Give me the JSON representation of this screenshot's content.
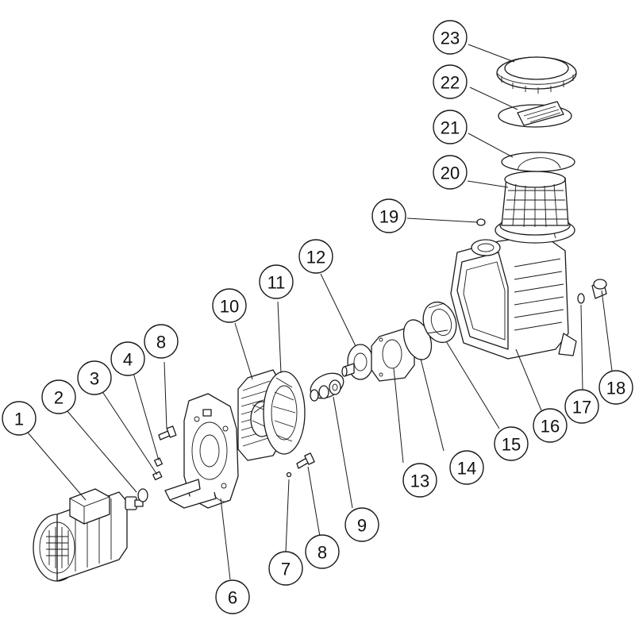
{
  "diagram": {
    "callouts": [
      {
        "id": "c1",
        "label": "1"
      },
      {
        "id": "c2",
        "label": "2"
      },
      {
        "id": "c3",
        "label": "3"
      },
      {
        "id": "c4",
        "label": "4"
      },
      {
        "id": "c5",
        "label": "8"
      },
      {
        "id": "c6",
        "label": "6"
      },
      {
        "id": "c7",
        "label": "7"
      },
      {
        "id": "c8",
        "label": "8"
      },
      {
        "id": "c9",
        "label": "9"
      },
      {
        "id": "c10",
        "label": "10"
      },
      {
        "id": "c11",
        "label": "11"
      },
      {
        "id": "c12",
        "label": "12"
      },
      {
        "id": "c13",
        "label": "13"
      },
      {
        "id": "c14",
        "label": "14"
      },
      {
        "id": "c15",
        "label": "15"
      },
      {
        "id": "c16",
        "label": "16"
      },
      {
        "id": "c17",
        "label": "17"
      },
      {
        "id": "c18",
        "label": "18"
      },
      {
        "id": "c19",
        "label": "19"
      },
      {
        "id": "c20",
        "label": "20"
      },
      {
        "id": "c21",
        "label": "21"
      },
      {
        "id": "c22",
        "label": "22"
      },
      {
        "id": "c23",
        "label": "23"
      }
    ]
  }
}
